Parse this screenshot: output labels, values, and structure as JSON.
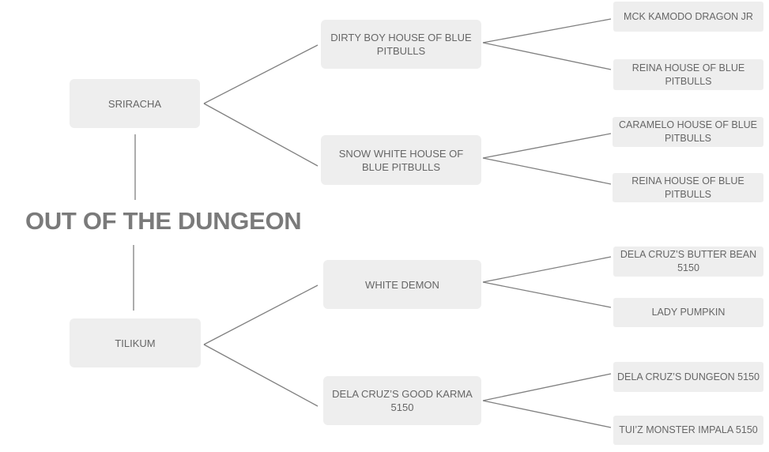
{
  "title": "OUT OF THE DUNGEON",
  "sire": {
    "name": "SRIRACHA",
    "sire": {
      "name": "DIRTY BOY HOUSE OF BLUE PITBULLS",
      "sire": "MCK KAMODO DRAGON JR",
      "dam": "REINA HOUSE OF BLUE PITBULLS"
    },
    "dam": {
      "name": "SNOW WHITE HOUSE OF BLUE PITBULLS",
      "sire": "CARAMELO HOUSE OF BLUE PITBULLS",
      "dam": "REINA HOUSE OF BLUE PITBULLS"
    }
  },
  "dam": {
    "name": "TILIKUM",
    "sire": {
      "name": "WHITE DEMON",
      "sire": "DELA CRUZ’S BUTTER BEAN 5150",
      "dam": "LADY PUMPKIN"
    },
    "dam": {
      "name": "DELA CRUZ’S GOOD KARMA 5150",
      "sire": "DELA CRUZ’S DUNGEON 5150",
      "dam": "TUI’Z MONSTER IMPALA 5150"
    }
  }
}
